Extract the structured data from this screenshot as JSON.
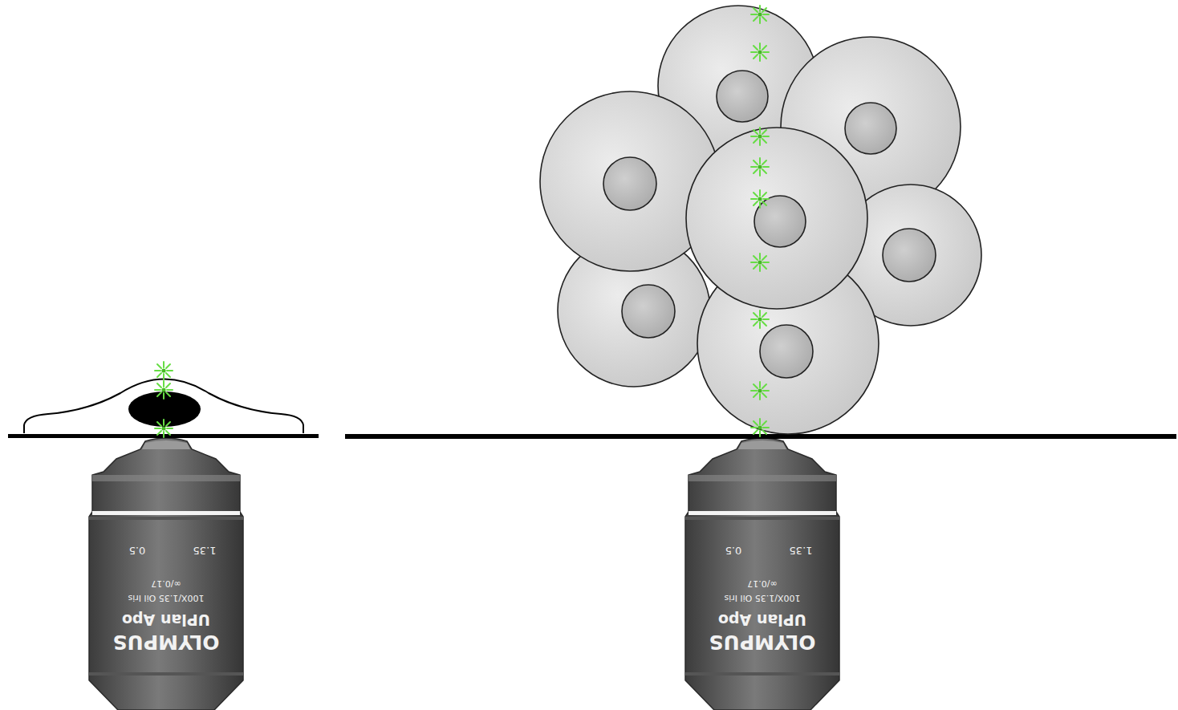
{
  "diagram": {
    "labels": [
      "OLYMPUS",
      "UPlan Apo",
      "100X/1.35 Oil Iris",
      "∞/0.17",
      "1.35",
      "0.5",
      "OLYMPUS",
      "UPlan Apo",
      "100X/1.35 Oil Iris",
      "∞/0.17",
      "1.35",
      "0.5"
    ]
  }
}
